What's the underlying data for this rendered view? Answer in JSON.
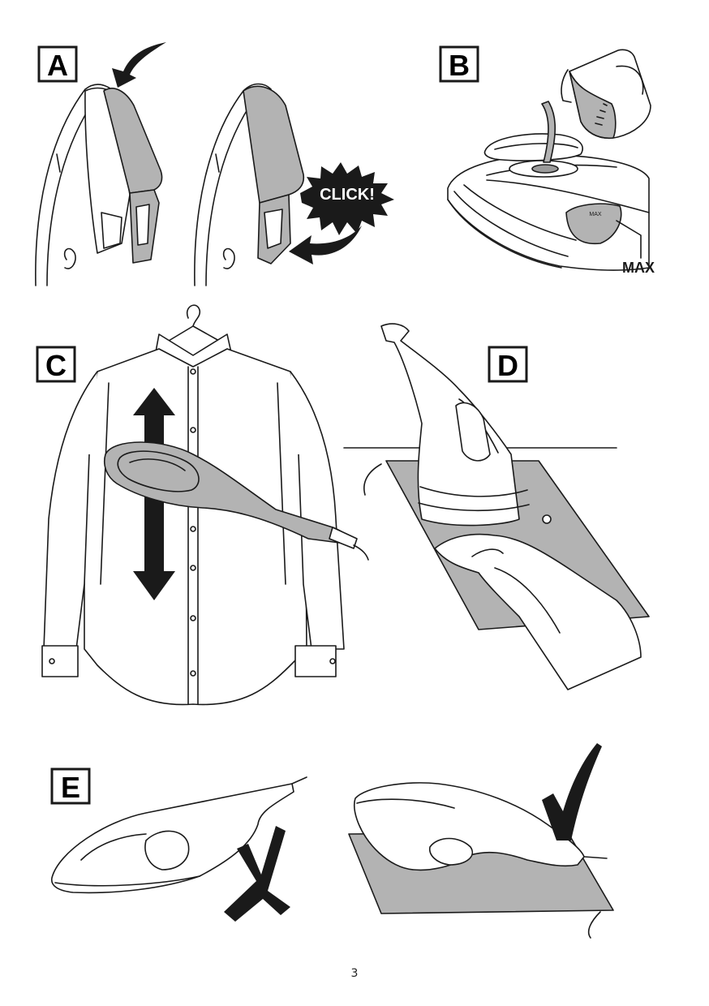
{
  "panels": {
    "a": {
      "label": "A",
      "callout": "CLICK!"
    },
    "b": {
      "label": "B",
      "callout": "MAX",
      "tank_mark": "MAX"
    },
    "c": {
      "label": "C"
    },
    "d": {
      "label": "D"
    },
    "e": {
      "label": "E"
    }
  },
  "page_number": "3",
  "colors": {
    "ink": "#1a1a1a",
    "grey_fill": "#b3b3b3",
    "paper": "#ffffff"
  },
  "icons": [
    "rotate-arrow-icon",
    "click-burst-icon",
    "vertical-double-arrow-icon",
    "cross-mark-icon",
    "check-mark-icon"
  ]
}
